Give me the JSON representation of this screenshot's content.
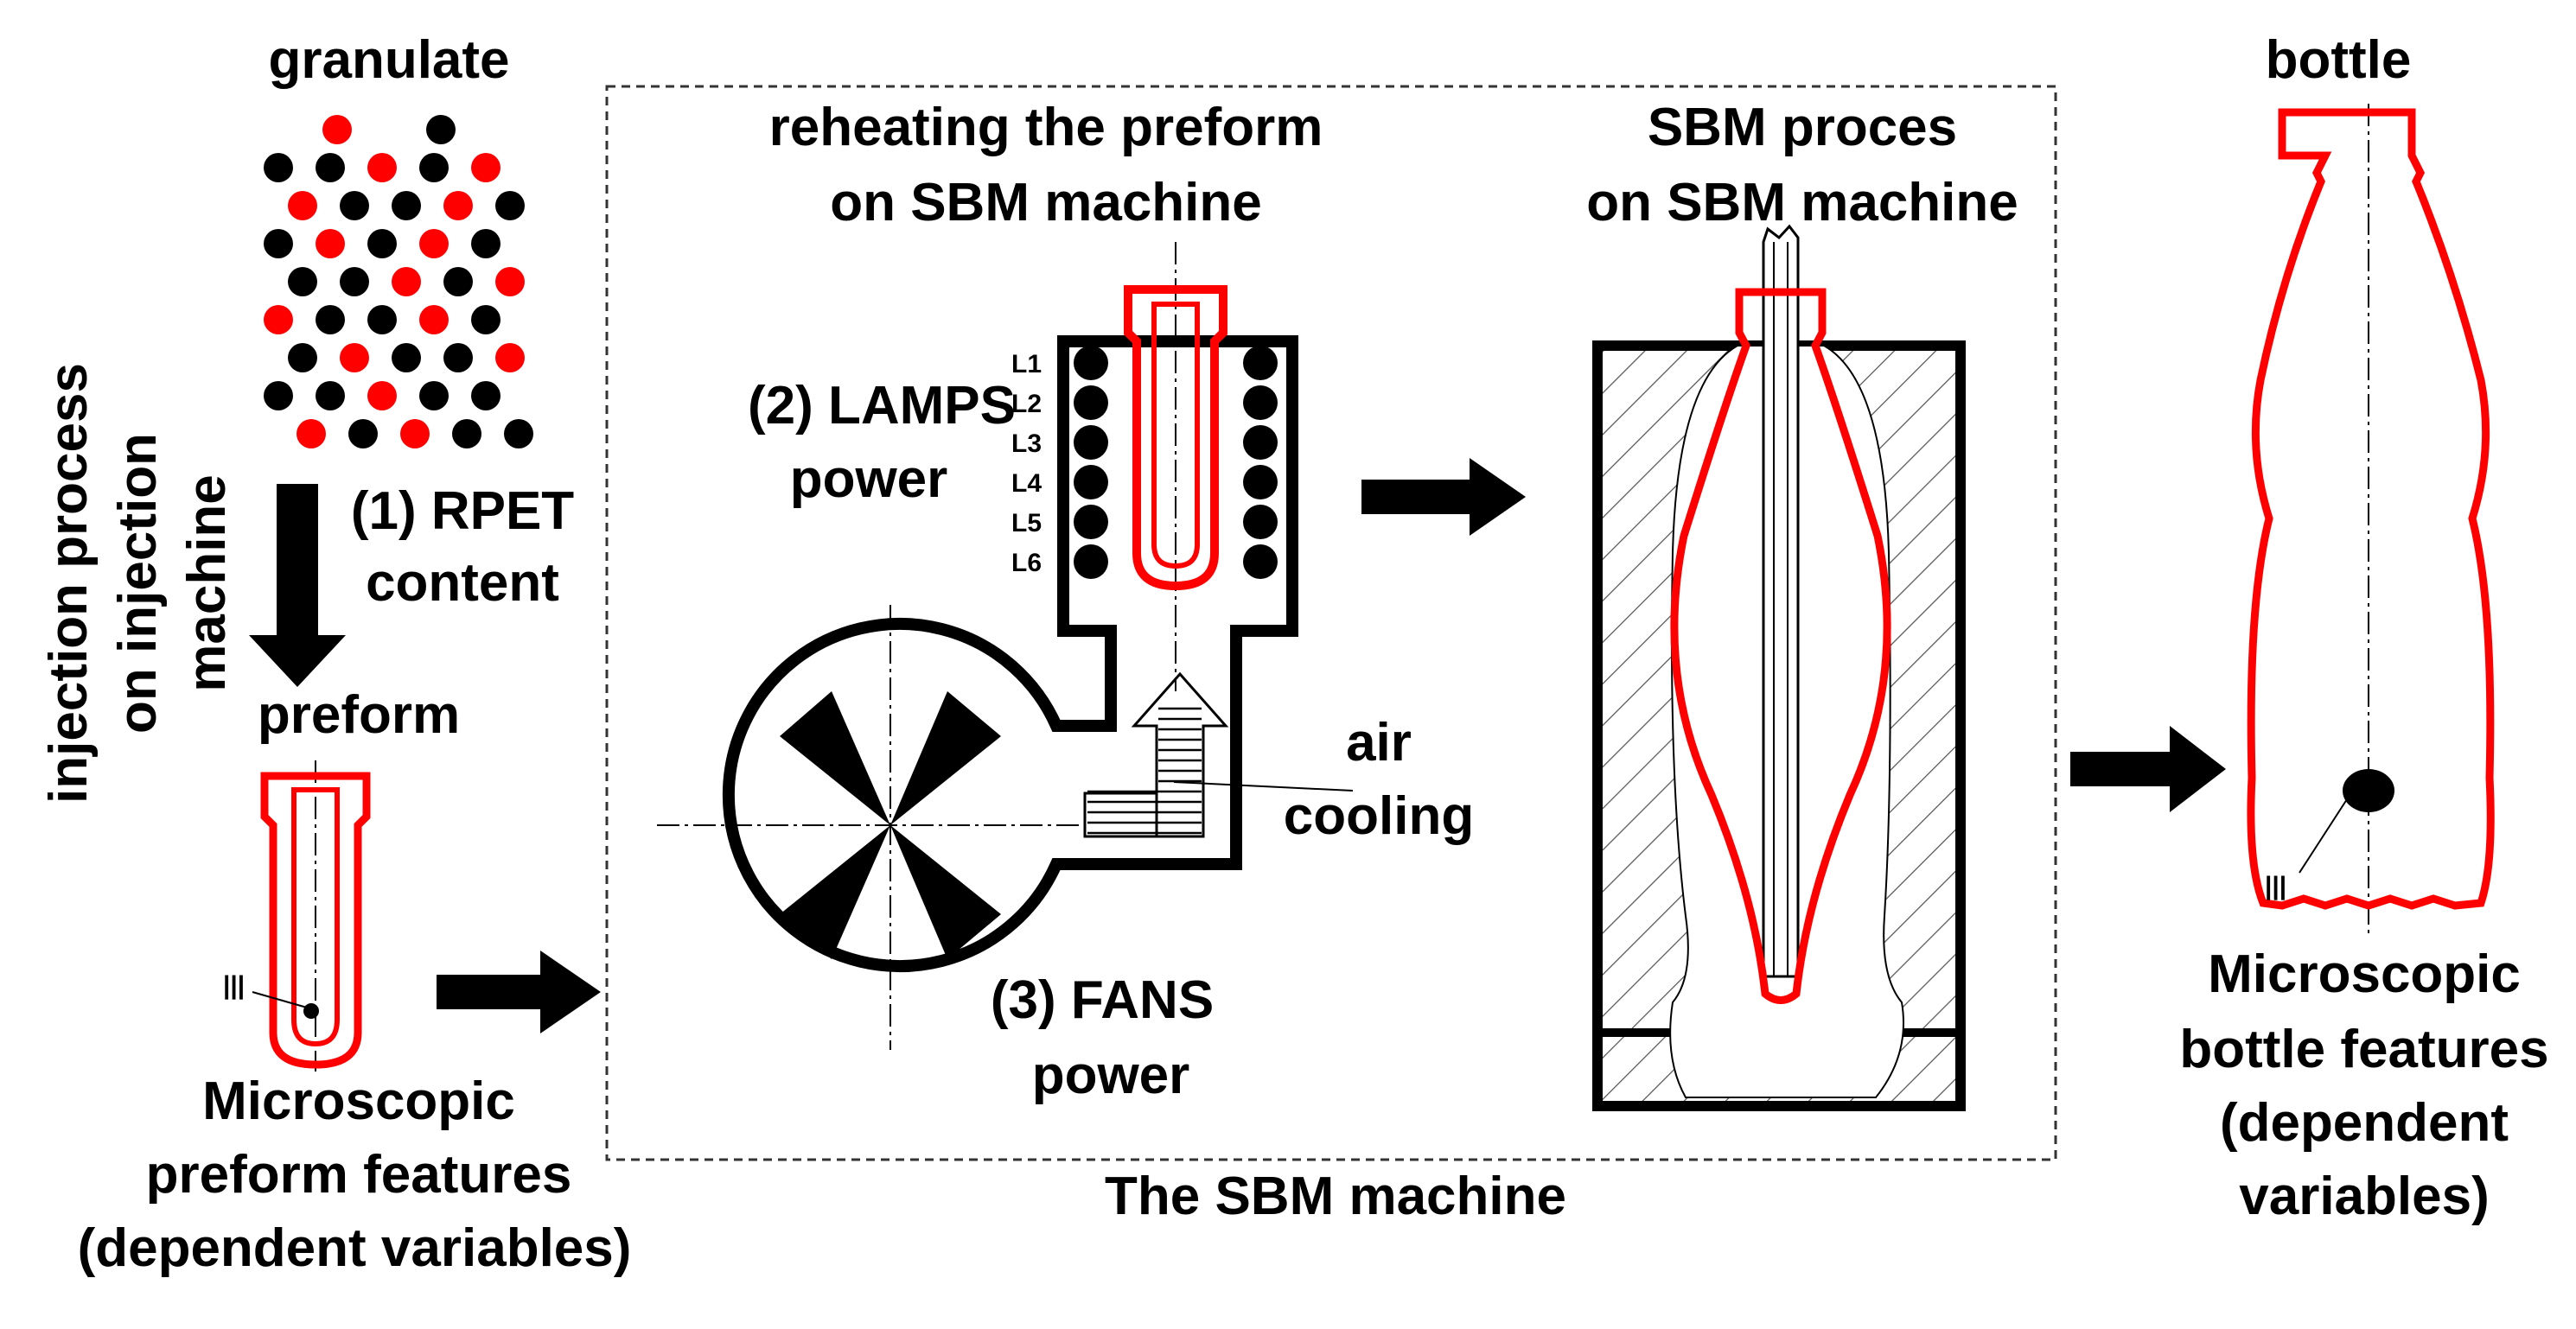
{
  "labels": {
    "granulate": "granulate",
    "rpet_1": "(1) RPET",
    "rpet_2": "content",
    "injection_1": "injection process",
    "injection_2": "on injection",
    "injection_3": "machine",
    "preform": "preform",
    "preform_feat_1": "Microscopic",
    "preform_feat_2": "preform features",
    "preform_feat_3": "(dependent variables)",
    "reheat_1": "reheating the preform",
    "reheat_2": "on SBM machine",
    "lamps_1": "(2) LAMPS",
    "lamps_2": "power",
    "lamp_rows": [
      "L1",
      "L2",
      "L3",
      "L4",
      "L5",
      "L6"
    ],
    "air_1": "air",
    "air_2": "cooling",
    "fans_1": "(3) FANS",
    "fans_2": "power",
    "sbm_1": "SBM proces",
    "sbm_2": "on SBM machine",
    "machine": "The SBM machine",
    "bottle": "bottle",
    "bottle_feat_1": "Microscopic",
    "bottle_feat_2": "bottle features",
    "bottle_feat_3": "(dependent",
    "bottle_feat_4": "variables)",
    "scale_mark": "|||"
  },
  "colors": {
    "ink": "#000000",
    "pet": "#ff0000",
    "frame": "#333333",
    "hatch": "#555555"
  }
}
